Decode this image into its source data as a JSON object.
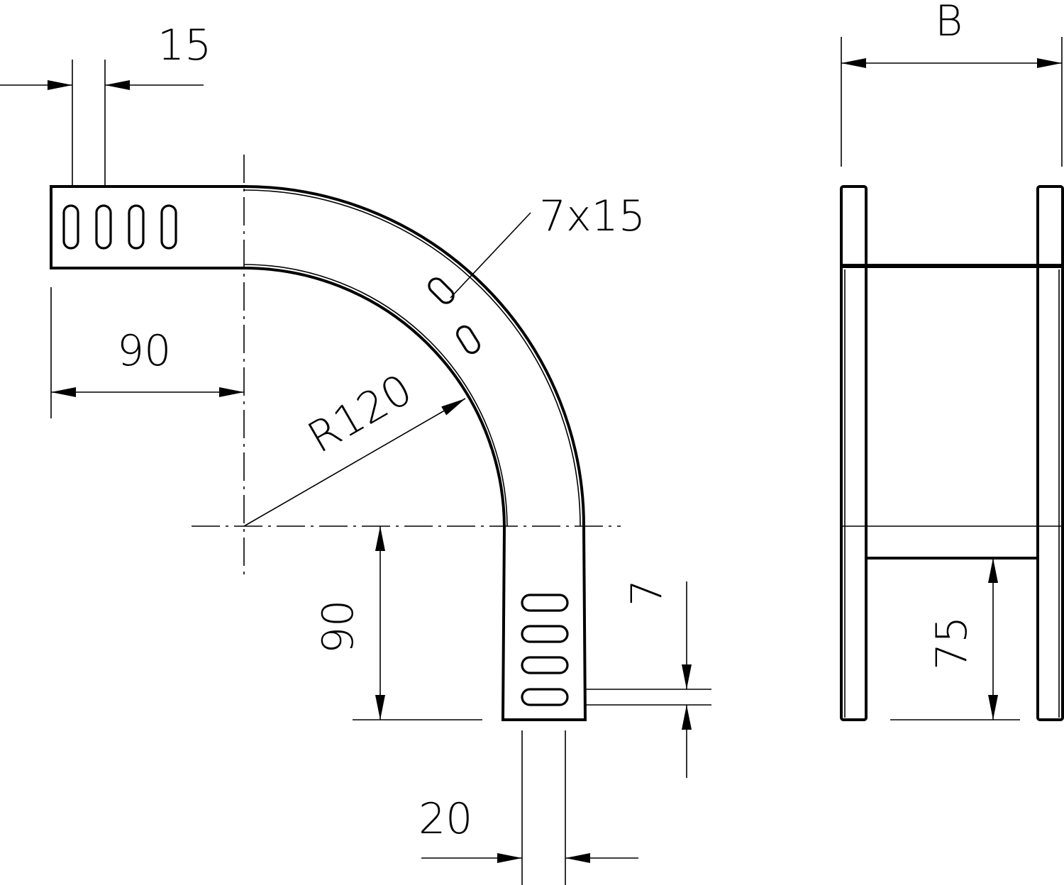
{
  "dimensions": {
    "slot_pitch": "15",
    "width": "B",
    "slot_size": "7x15",
    "straight_length_top": "90",
    "radius": "R120",
    "straight_length_bottom": "90",
    "slot_width": "7",
    "slot_offset": "20",
    "side_height": "75"
  }
}
